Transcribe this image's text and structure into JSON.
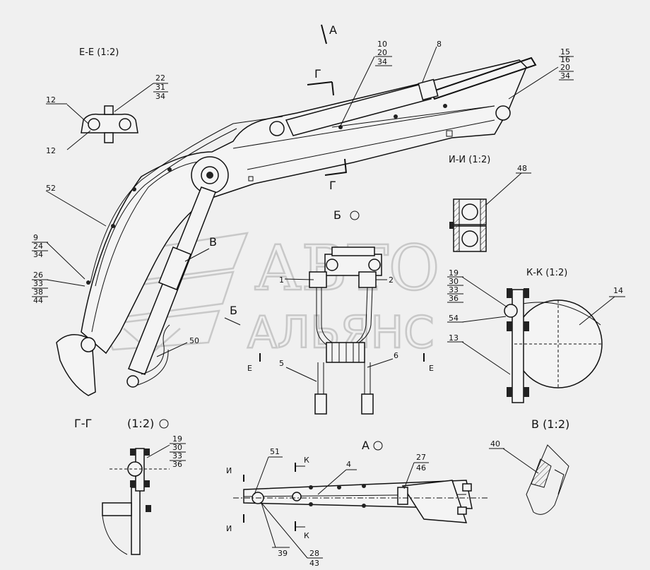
{
  "watermark": {
    "line1": "АВТО",
    "line2": "АЛЬЯНС"
  },
  "views": {
    "ee": "Е-Е (1:2)",
    "ii": "И-И (1:2)",
    "b": "Б",
    "kk": "К-К (1:2)",
    "gg": "Г-Г",
    "gg_scale": "(1:2)",
    "a": "А",
    "v": "В (1:2)"
  },
  "section_marks": {
    "a_top": "А",
    "g1": "Г",
    "g2": "Г",
    "v": "В",
    "b": "Б",
    "e1": "Е",
    "e2": "Е",
    "k1": "К",
    "k2": "К",
    "i1": "И",
    "i2": "И"
  },
  "callouts": {
    "c10": "10",
    "c20a": "20",
    "c34a": "34",
    "c8": "8",
    "c15": "15",
    "c16": "16",
    "c20b": "20",
    "c34b": "34",
    "c12a": "12",
    "c12b": "12",
    "c22": "22",
    "c31": "31",
    "c34c": "34",
    "c52": "52",
    "c9": "9",
    "c24": "24",
    "c34d": "34",
    "c26": "26",
    "c33a": "33",
    "c38": "38",
    "c44": "44",
    "c48": "48",
    "c1": "1",
    "c2": "2",
    "c5": "5",
    "c6": "6",
    "c50": "50",
    "c19a": "19",
    "c30a": "30",
    "c33b": "33",
    "c36a": "36",
    "c54": "54",
    "c13": "13",
    "c14": "14",
    "c19b": "19",
    "c30b": "30",
    "c33c": "33",
    "c36b": "36",
    "c51": "51",
    "c4": "4",
    "c27": "27",
    "c46": "46",
    "c39": "39",
    "c28": "28",
    "c43": "43",
    "c40": "40"
  }
}
